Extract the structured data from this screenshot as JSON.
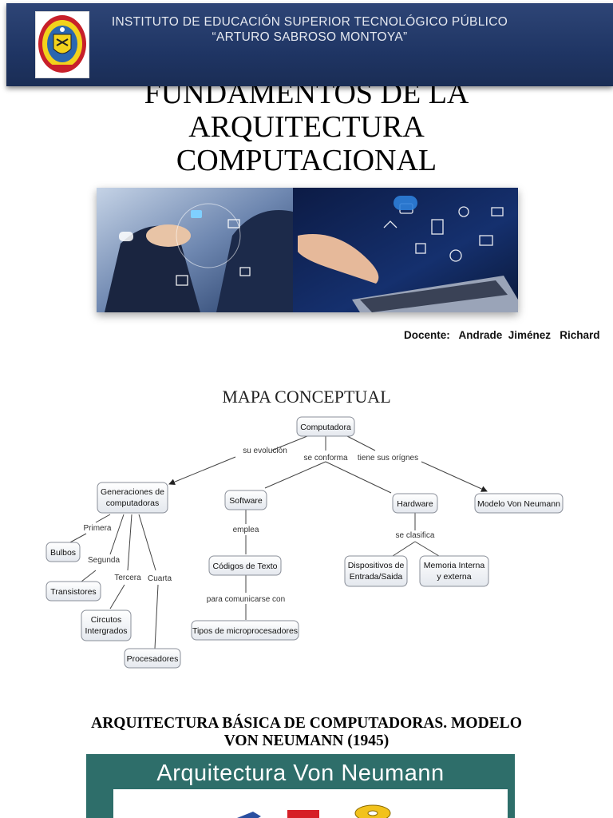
{
  "header": {
    "institute_line1": "INSTITUTO DE EDUCACIÓN SUPERIOR TECNOLÓGICO PÚBLICO",
    "institute_line2": "“ARTURO SABROSO MONTOYA”",
    "logo_icon": "institute-crest-icon",
    "bg_color": "#213867"
  },
  "document": {
    "title_line1": "FUNDAMENTOS DE LA",
    "title_line2": "ARQUITECTURA",
    "title_line3": "COMPUTACIONAL",
    "hero_image": "technology-touch-and-laptop-photo",
    "teacher": "Docente:   Andrade  Jiménez   Richard"
  },
  "concept_map": {
    "title": "MAPA CONCEPTUAL",
    "nodes": {
      "root": "Computadora",
      "generaciones_1": "Generaciones de",
      "generaciones_2": "computadoras",
      "software": "Software",
      "hardware": "Hardware",
      "von_neumann": "Modelo Von Neumann",
      "bulbos": "Bulbos",
      "transistores": "Transistores",
      "circuitos_1": "Circutos",
      "circuitos_2": "Intergrados",
      "procesadores": "Procesadores",
      "codigos": "Códigos de Texto",
      "tipos": "Tipos de microprocesadores",
      "dispositivos_1": "Dispositivos de",
      "dispositivos_2": "Entrada/Saida",
      "memoria_1": "Memoria Interna",
      "memoria_2": "y externa"
    },
    "links": {
      "su_evolucion": "su evolución",
      "se_conforma": "se conforma",
      "tiene_origenes": "tiene sus orígnes",
      "primera": "Primera",
      "segunda": "Segunda",
      "tercera": "Tercera",
      "cuarta": "Cuarta",
      "emplea": "emplea",
      "para_comunicarse": "para comunicarse con",
      "se_clasifica": "se clasifica"
    }
  },
  "section": {
    "title_line1": "ARQUITECTURA BÁSICA DE COMPUTADORAS. MODELO",
    "title_line2": "VON NEUMANN (1945)",
    "slide_title": "Arquitectura Von Neumann",
    "slide_color": "#2e6e6a"
  }
}
